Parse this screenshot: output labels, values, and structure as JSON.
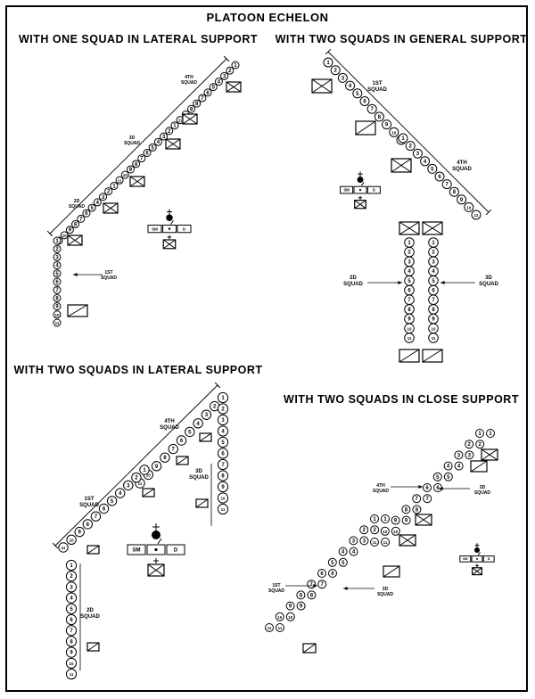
{
  "title": "PLATOON ECHELON",
  "panels": {
    "one_squad_lateral": {
      "title": "WITH ONE SQUAD IN LATERAL SUPPORT",
      "labels": {
        "fourth": "4TH\nSQUAD",
        "third": "3D\nSQUAD",
        "second": "2D\nSQUAD",
        "first": "1ST\nSQUAD"
      },
      "hq": {
        "sm": "SM",
        "d": "D"
      }
    },
    "two_squads_general": {
      "title": "WITH TWO SQUADS IN GENERAL SUPPORT",
      "labels": {
        "first": "1ST\nSQUAD",
        "fourth": "4TH\nSQUAD",
        "second": "2D\nSQUAD",
        "third": "3D\nSQUAD"
      },
      "hq": {
        "sm": "SM",
        "d": "D"
      }
    },
    "two_squads_lateral": {
      "title": "WITH TWO SQUADS IN LATERAL SUPPORT",
      "labels": {
        "fourth": "4TH\nSQUAD",
        "first": "1ST\nSQUAD",
        "third": "3D\nSQUAD",
        "second": "2D\nSQUAD"
      },
      "hq": {
        "sm": "SM",
        "d": "D"
      }
    },
    "two_squads_close": {
      "title": "WITH TWO SQUADS IN CLOSE SUPPORT",
      "labels": {
        "fourth": "4TH\nSQUAD",
        "third_top": "3D\nSQUAD",
        "first": "1ST\nSQUAD",
        "third_bottom": "3D\nSQUAD"
      },
      "hq": {
        "sm": "SM",
        "d": "D"
      }
    }
  },
  "soldier_numbers": [
    "1",
    "2",
    "3",
    "4",
    "5",
    "6",
    "7",
    "8",
    "9",
    "10",
    "11"
  ],
  "colors": {
    "ink": "#000000",
    "paper": "#ffffff"
  }
}
